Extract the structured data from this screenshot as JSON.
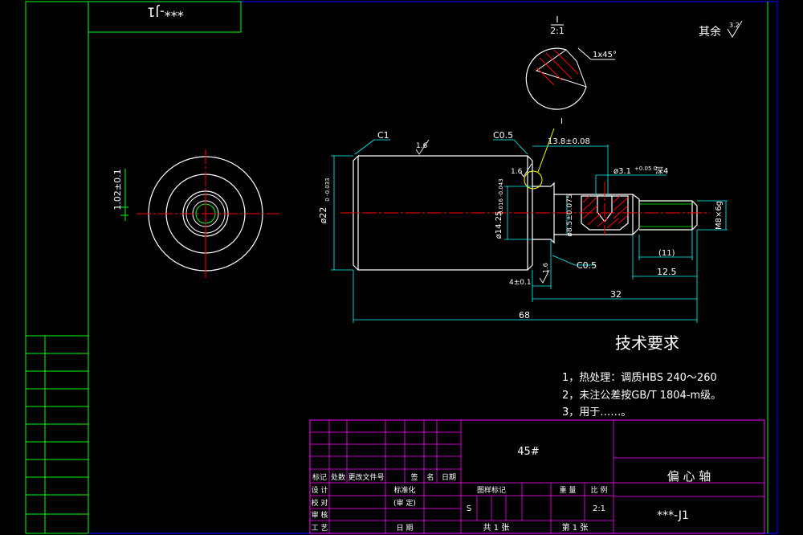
{
  "drawing": {
    "corner_code": "***-J1",
    "roughness_note": "其余",
    "roughness_other": "3.2",
    "detail": {
      "id": "I",
      "scale": "2:1",
      "chamfer": "1x45°"
    },
    "callout_I": "I",
    "dims": {
      "c1": "C1",
      "r16_top": "1.6",
      "c05_top": "C0.5",
      "d138": "13.8±0.08",
      "r16_mid": "1.6",
      "hole": "ø3.1",
      "hole_tol": "+0.05 0",
      "hole_depth": "深4",
      "d22": "ø22",
      "d22_tol": "0 -0.033",
      "d1425": "ø14.25",
      "d1425_tol": "-0.016 -0.043",
      "d85": "ø8.5±0.075",
      "thread": "M8×6g",
      "d11": "(11)",
      "d125": "12.5",
      "c05_bot": "C0.5",
      "d4": "4±0.1",
      "r16_bot": "1.6",
      "d32": "32",
      "d68": "68",
      "side_dim": "1.02±0.1"
    },
    "tech": {
      "title": "技术要求",
      "items": [
        "1，热处理：调质HBS 240～260",
        "2，未注公差按GB/T 1804-m级。",
        "3，用于……。"
      ]
    },
    "title_block": {
      "material": "45#",
      "part_name": "偏 心 轴",
      "drawing_no": "***-J1",
      "rev_headers": [
        "标记",
        "处数",
        "更改文件号",
        "签",
        "名",
        "日期"
      ],
      "row_design": "设 计",
      "row_standard": "标准化",
      "row_check": "校 对",
      "row_review": "(审 定)",
      "row_audit": "审 核",
      "row_process": "工 艺",
      "row_date": "日 期",
      "stage_mark": "图样标记",
      "weight": "重 量",
      "scale_label": "比 例",
      "stage_s": "S",
      "scale_value": "2:1",
      "sheets_total": "共 1 张",
      "sheet_no": "第 1 张"
    }
  }
}
